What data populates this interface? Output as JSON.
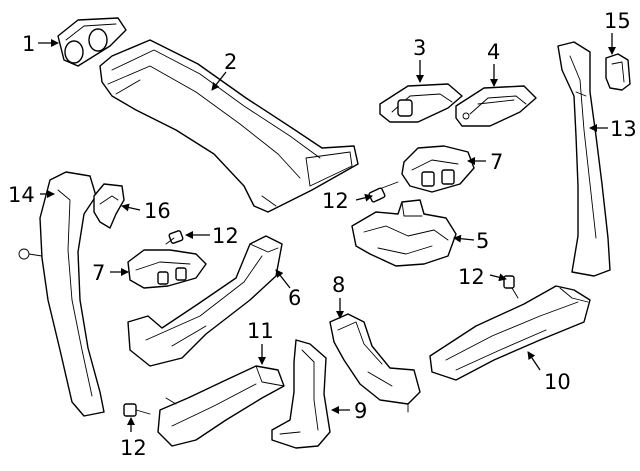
{
  "callouts": {
    "c1": "1",
    "c2": "2",
    "c3": "3",
    "c4": "4",
    "c5": "5",
    "c6": "6",
    "c7a": "7",
    "c7b": "7",
    "c8": "8",
    "c9": "9",
    "c10": "10",
    "c11": "11",
    "c12a": "12",
    "c12b": "12",
    "c12c": "12",
    "c12d": "12",
    "c13": "13",
    "c14": "14",
    "c15": "15",
    "c16": "16"
  },
  "colors": {
    "line": "#000000",
    "background": "#ffffff"
  }
}
